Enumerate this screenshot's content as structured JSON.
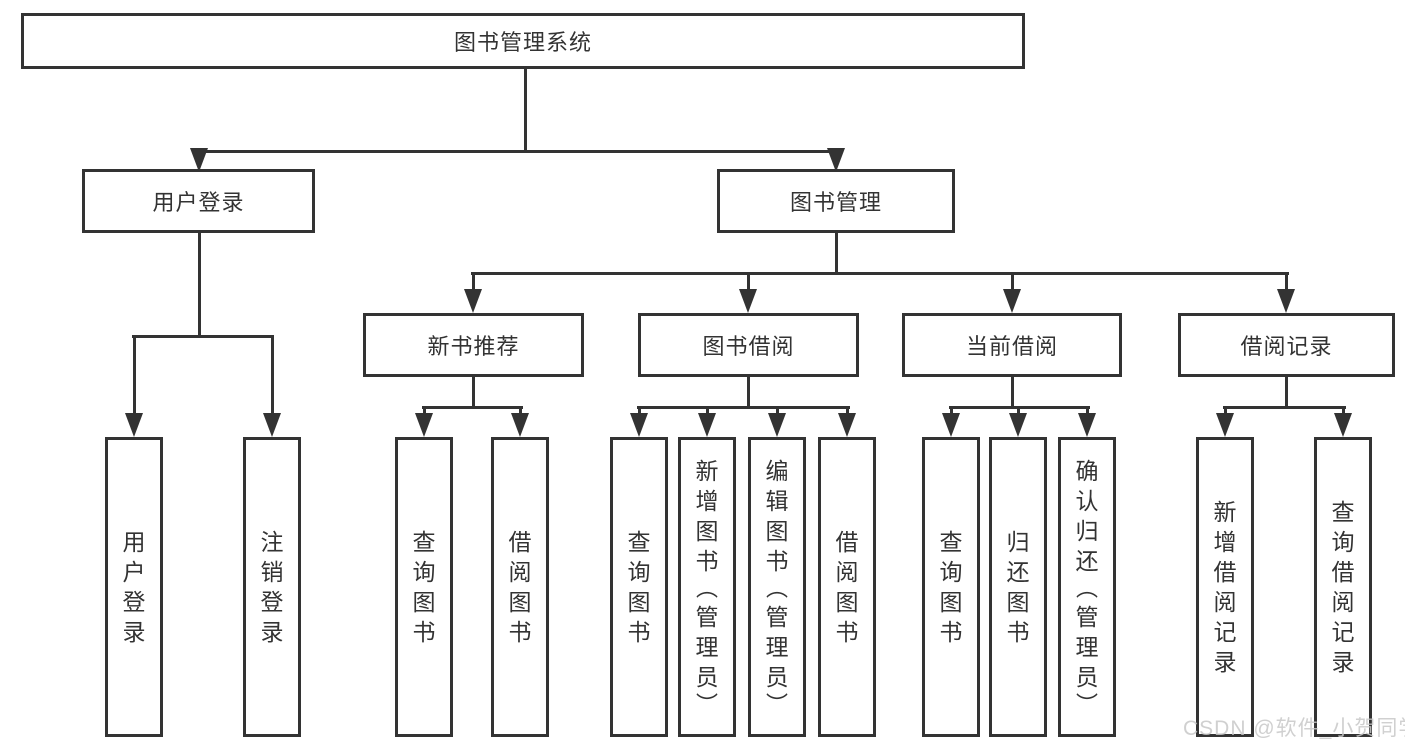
{
  "colors": {
    "line": "#333333",
    "text": "#333333",
    "background": "#ffffff",
    "watermark": "#c8c8c8"
  },
  "watermark": {
    "text": "CSDN @软件_小贺同学"
  },
  "nodes": {
    "root": {
      "label": "图书管理系统"
    },
    "user_login": {
      "label": "用户登录"
    },
    "book_management": {
      "label": "图书管理"
    },
    "new_book_recommend": {
      "label": "新书推荐"
    },
    "book_borrow": {
      "label": "图书借阅"
    },
    "current_borrow": {
      "label": "当前借阅"
    },
    "borrow_record": {
      "label": "借阅记录"
    },
    "leaf_user_login": {
      "label": "用户登录"
    },
    "leaf_logout": {
      "label": "注销登录"
    },
    "nb_query_book": {
      "label": "查询图书"
    },
    "nb_borrow_book": {
      "label": "借阅图书"
    },
    "bb_query_book": {
      "label": "查询图书"
    },
    "bb_add_book": {
      "label": "新增图书（管理员）"
    },
    "bb_edit_book": {
      "label": "编辑图书（管理员）"
    },
    "bb_borrow_book": {
      "label": "借阅图书"
    },
    "cb_query_book": {
      "label": "查询图书"
    },
    "cb_return_book": {
      "label": "归还图书"
    },
    "cb_confirm_return": {
      "label": "确认归还（管理员）"
    },
    "br_add_record": {
      "label": "新增借阅记录"
    },
    "br_query_record": {
      "label": "查询借阅记录"
    }
  }
}
